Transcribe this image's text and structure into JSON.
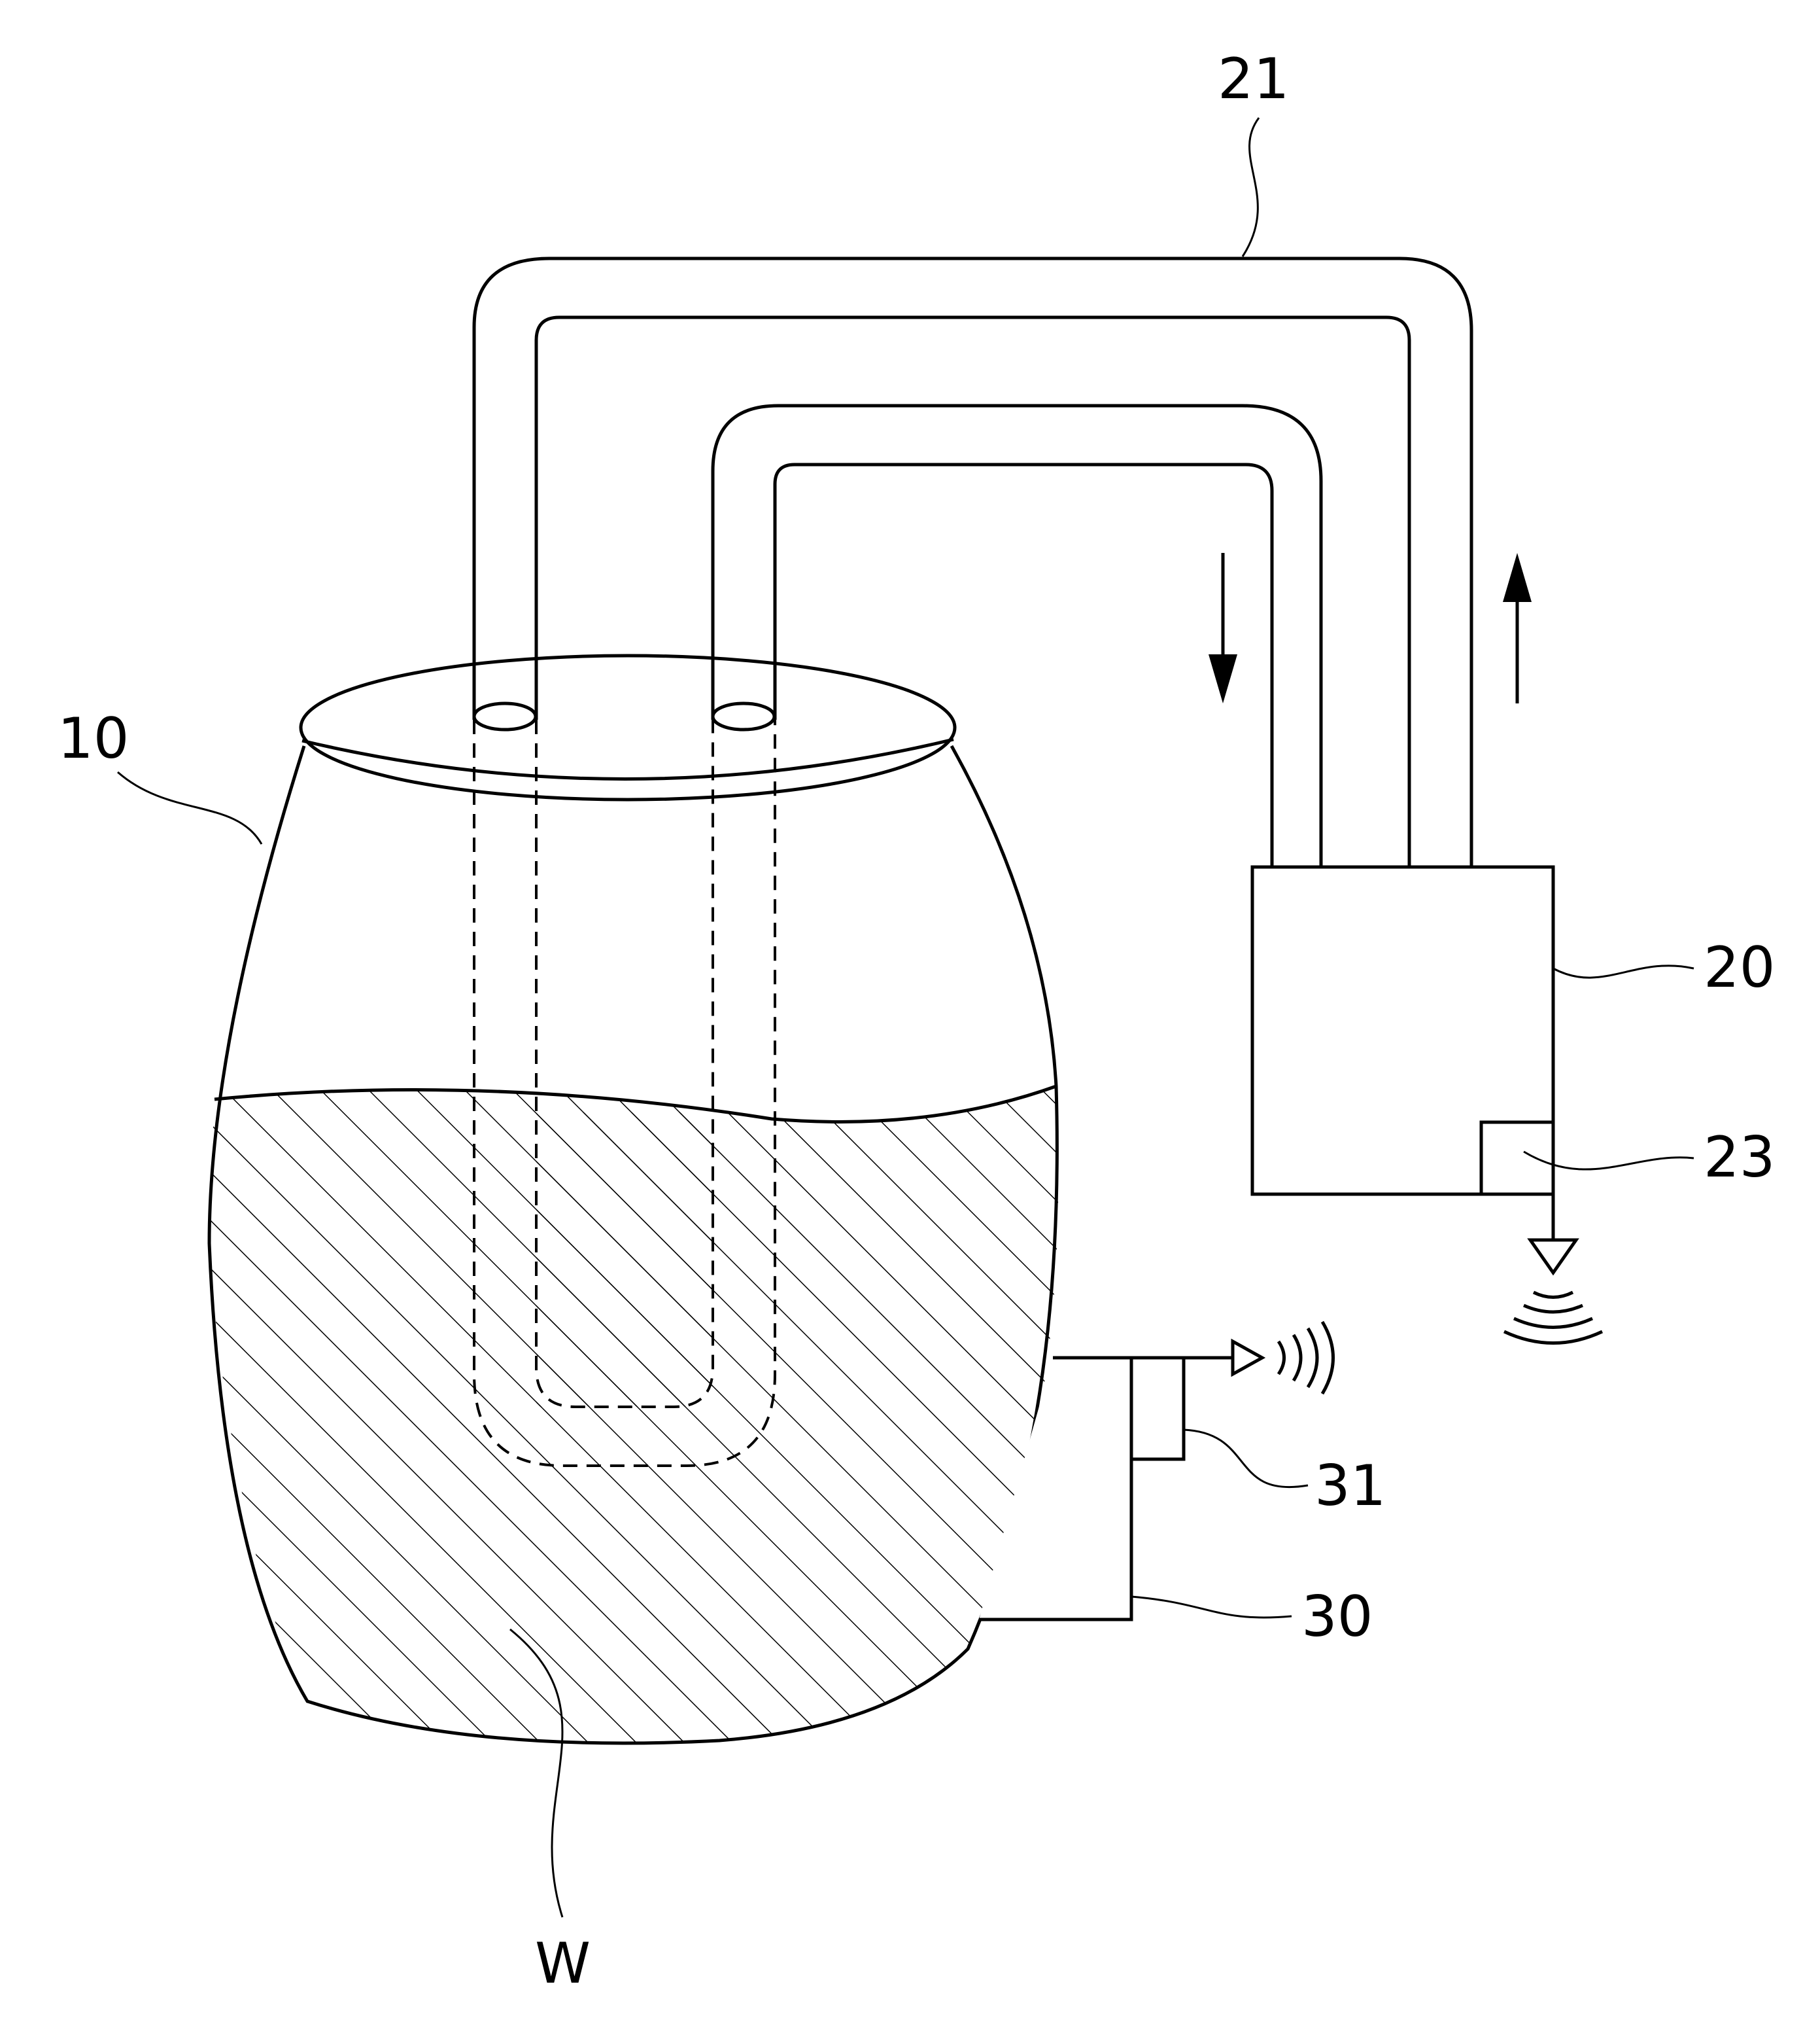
{
  "labels": {
    "vessel": "10",
    "device": "20",
    "pipe": "21",
    "transmitter_unit": "23",
    "sensor_unit": "30",
    "sensor_transmitter": "31",
    "liquid": "W"
  },
  "colors": {
    "stroke": "#000000",
    "background": "#ffffff"
  }
}
